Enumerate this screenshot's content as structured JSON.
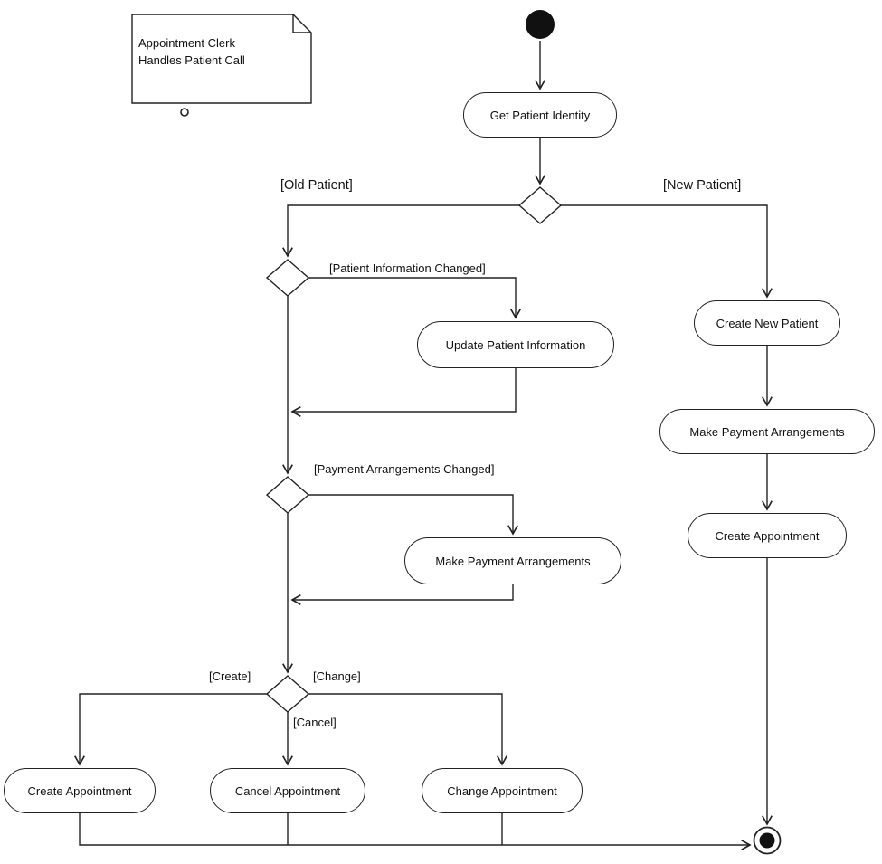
{
  "diagram": {
    "type": "uml-activity-diagram",
    "note": {
      "line1": "Appointment Clerk",
      "line2": "Handles Patient Call"
    },
    "activities": {
      "get_patient_identity": "Get Patient Identity",
      "update_patient_information": "Update Patient Information",
      "make_payment_arrangements_old": "Make Payment Arrangements",
      "create_new_patient": "Create New Patient",
      "make_payment_arrangements_new": "Make Payment Arrangements",
      "create_appointment_new": "Create Appointment",
      "create_appointment_old": "Create Appointment",
      "cancel_appointment": "Cancel Appointment",
      "change_appointment": "Change Appointment"
    },
    "guards": {
      "old_patient": "[Old Patient]",
      "new_patient": "[New Patient]",
      "patient_information_changed": "[Patient Information Changed]",
      "payment_arrangements_changed": "[Payment Arrangements Changed]",
      "create": "[Create]",
      "change": "[Change]",
      "cancel": "[Cancel]"
    },
    "colors": {
      "stroke": "#222222",
      "fill": "#ffffff",
      "node_fill": "#111111"
    }
  }
}
